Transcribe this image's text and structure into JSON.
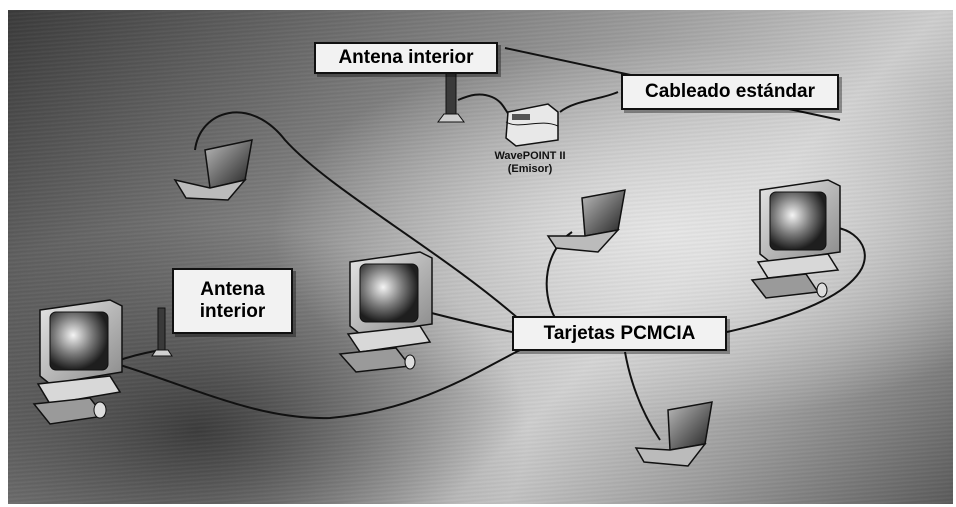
{
  "labels": {
    "antena_top": "Antena interior",
    "cableado": "Cableado estándar",
    "antena_left": "Antena\ninterior",
    "tarjetas": "Tarjetas PCMCIA",
    "wavepoint_line1": "WavePOINT II",
    "wavepoint_line2": "(Emisor)"
  },
  "icons": {
    "antenna": "antenna-icon",
    "access_point": "access-point-icon",
    "laptop": "laptop-icon",
    "desktop": "desktop-computer-icon"
  },
  "colors": {
    "label_bg": "#f2f2f2",
    "line": "#111111"
  }
}
